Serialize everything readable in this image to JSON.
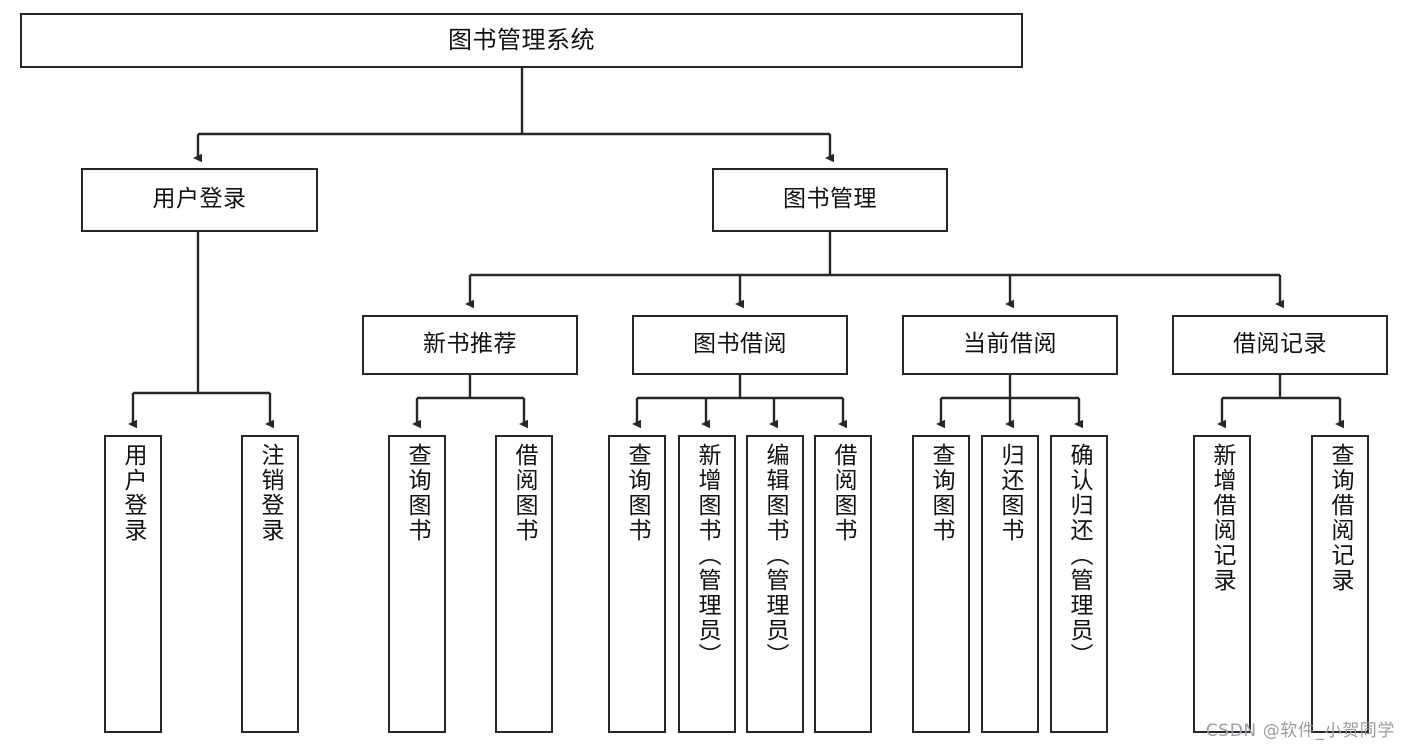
{
  "diagram": {
    "type": "tree",
    "title": "图书管理系统",
    "watermark": "CSDN @软件_小贺同学",
    "colors": {
      "stroke": "#25282b",
      "fill": "#ffffff",
      "text": "#0f1114",
      "watermark": "#9a9da1"
    },
    "nodes": {
      "root": {
        "label": "图书管理系统",
        "orientation": "horizontal"
      },
      "level2": [
        {
          "id": "user-login",
          "label": "用户登录",
          "orientation": "horizontal"
        },
        {
          "id": "book-management",
          "label": "图书管理",
          "orientation": "horizontal"
        }
      ],
      "level3": [
        {
          "id": "new-book-recommend",
          "label": "新书推荐",
          "orientation": "horizontal"
        },
        {
          "id": "book-borrow",
          "label": "图书借阅",
          "orientation": "horizontal"
        },
        {
          "id": "current-borrow",
          "label": "当前借阅",
          "orientation": "horizontal"
        },
        {
          "id": "borrow-record",
          "label": "借阅记录",
          "orientation": "horizontal"
        }
      ],
      "leaves": [
        {
          "id": "leaf-user-login",
          "label": "用户登录",
          "parent": "user-login",
          "orientation": "vertical"
        },
        {
          "id": "leaf-logout-login",
          "label": "注销登录",
          "parent": "user-login",
          "orientation": "vertical"
        },
        {
          "id": "leaf-query-book-1",
          "label": "查询图书",
          "parent": "new-book-recommend",
          "orientation": "vertical"
        },
        {
          "id": "leaf-borrow-book-1",
          "label": "借阅图书",
          "parent": "new-book-recommend",
          "orientation": "vertical"
        },
        {
          "id": "leaf-query-book-2",
          "label": "查询图书",
          "parent": "book-borrow",
          "orientation": "vertical"
        },
        {
          "id": "leaf-add-book",
          "label": "新增图书（管理员）",
          "parent": "book-borrow",
          "orientation": "vertical"
        },
        {
          "id": "leaf-edit-book",
          "label": "编辑图书（管理员）",
          "parent": "book-borrow",
          "orientation": "vertical"
        },
        {
          "id": "leaf-borrow-book-2",
          "label": "借阅图书",
          "parent": "book-borrow",
          "orientation": "vertical"
        },
        {
          "id": "leaf-query-book-3",
          "label": "查询图书",
          "parent": "current-borrow",
          "orientation": "vertical"
        },
        {
          "id": "leaf-return-book",
          "label": "归还图书",
          "parent": "current-borrow",
          "orientation": "vertical"
        },
        {
          "id": "leaf-confirm-return",
          "label": "确认归还（管理员）",
          "parent": "current-borrow",
          "orientation": "vertical"
        },
        {
          "id": "leaf-add-record",
          "label": "新增借阅记录",
          "parent": "borrow-record",
          "orientation": "vertical"
        },
        {
          "id": "leaf-query-record",
          "label": "查询借阅记录",
          "parent": "borrow-record",
          "orientation": "vertical"
        }
      ]
    }
  }
}
